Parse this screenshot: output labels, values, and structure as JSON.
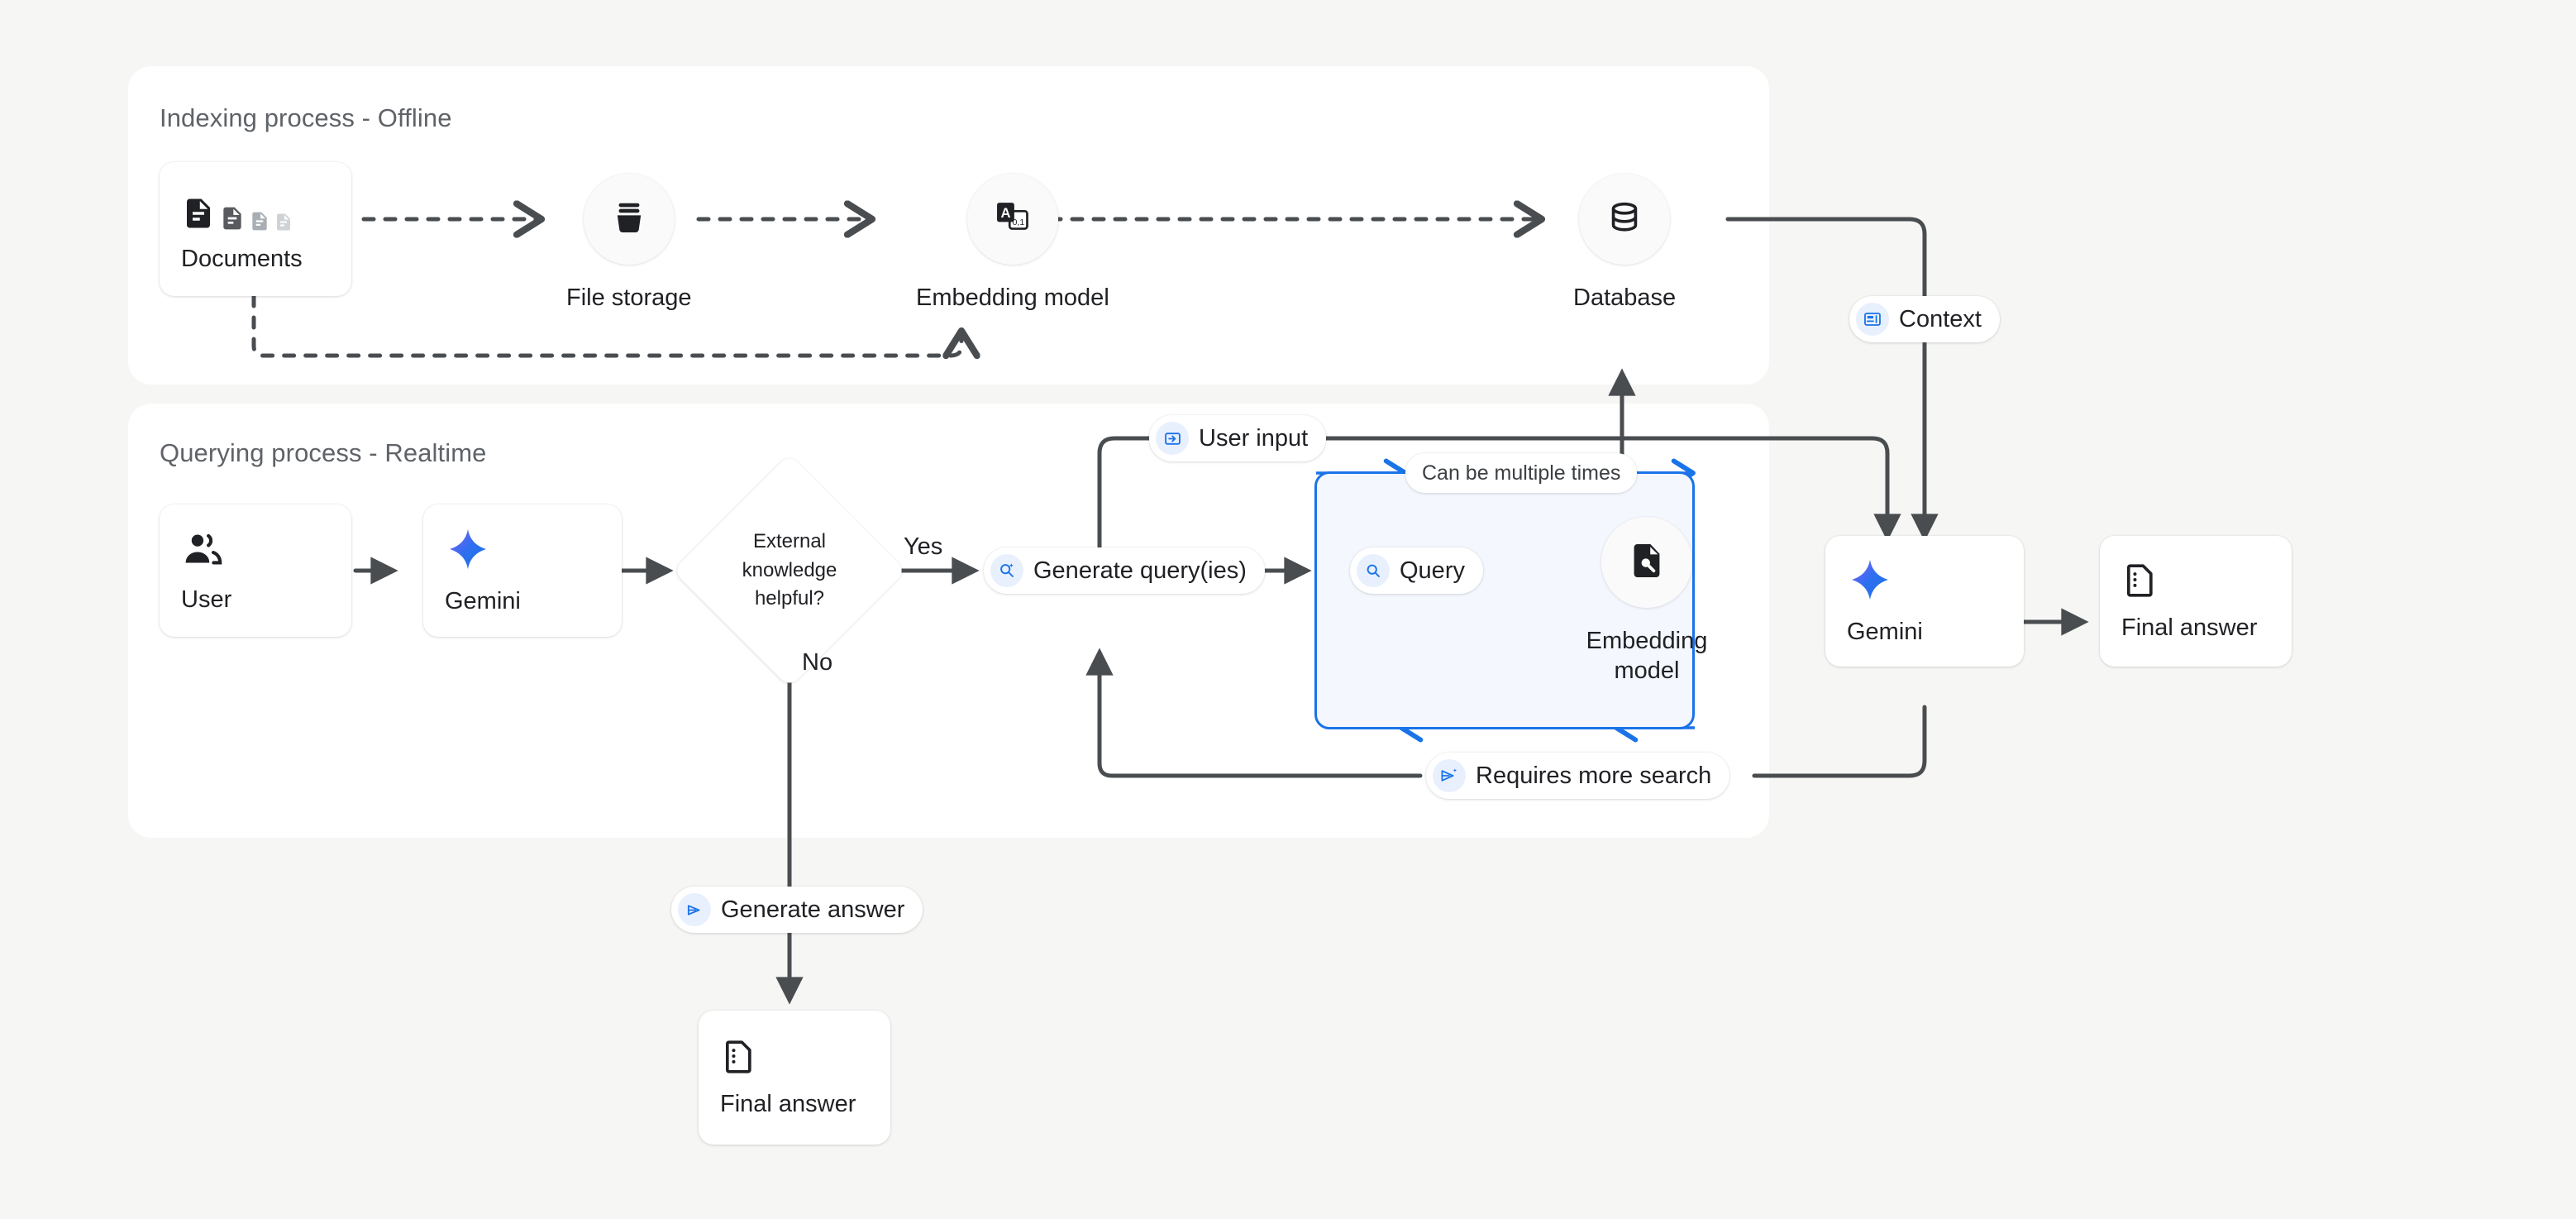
{
  "canvas": {
    "background": "#f6f6f4",
    "accent_blue": "#1a73e8",
    "chip_icon_bg": "#e8f0fe",
    "wire_color": "#4a4d50"
  },
  "panels": [
    {
      "id": "indexing",
      "title": "Indexing process - Offline"
    },
    {
      "id": "querying",
      "title": "Querying process - Realtime"
    }
  ],
  "indexing": {
    "documents": {
      "label": "Documents",
      "icon": "documents-icon"
    },
    "file_storage": {
      "label": "File storage",
      "icon": "file-storage-icon"
    },
    "embedding_model": {
      "label": "Embedding model",
      "icon": "translate-embedding-icon"
    },
    "database": {
      "label": "Database",
      "icon": "database-icon"
    }
  },
  "querying": {
    "user": {
      "label": "User",
      "icon": "people-icon"
    },
    "gemini_in": {
      "label": "Gemini",
      "icon": "gemini-spark-icon"
    },
    "decision": {
      "line1": "External",
      "line2": "knowledge",
      "line3": "helpful?"
    },
    "yes_label": "Yes",
    "no_label": "No",
    "generate_query": {
      "label": "Generate query(ies)",
      "icon": "search-sparkle-icon"
    },
    "loop_note": {
      "label": "Can be multiple times"
    },
    "query_chip": {
      "label": "Query",
      "icon": "search-icon"
    },
    "loop_embedding_model": {
      "line1": "Embedding",
      "line2": "model",
      "icon": "document-search-icon"
    },
    "gemini_out": {
      "label": "Gemini",
      "icon": "gemini-spark-icon"
    },
    "final_answer_right": {
      "label": "Final answer",
      "icon": "summary-doc-icon"
    },
    "final_answer_bottom": {
      "label": "Final answer",
      "icon": "summary-doc-icon"
    }
  },
  "chips": {
    "context": {
      "label": "Context",
      "icon": "article-icon"
    },
    "user_input": {
      "label": "User input",
      "icon": "input-arrow-icon"
    },
    "requires_more_search": {
      "label": "Requires more search",
      "icon": "send-sparkle-icon"
    },
    "generate_answer": {
      "label": "Generate answer",
      "icon": "send-icon"
    }
  }
}
